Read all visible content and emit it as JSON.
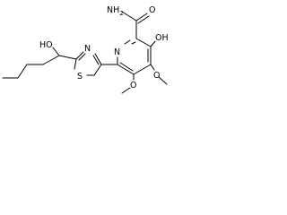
{
  "colors": {
    "bond": "#000000",
    "background": "#ffffff"
  },
  "structure": {
    "atoms": {
      "amide_n": "NH",
      "amide_n_subscript": "2",
      "carbonyl_o": "O",
      "hydroxy_3": "OH",
      "ring_n": "N",
      "methoxy_4_o": "O",
      "methoxy_5_o": "O",
      "thiazole_n": "N",
      "thiazole_s": "S",
      "side_chain_oh": "HO"
    }
  }
}
